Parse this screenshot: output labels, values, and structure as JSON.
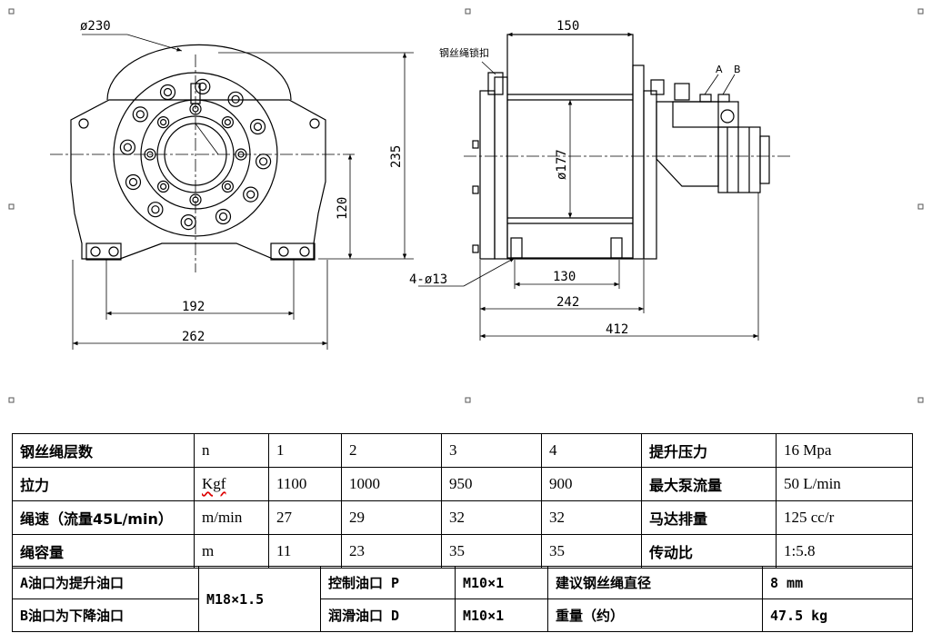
{
  "drawing": {
    "front_view": {
      "dim_diameter": "ø230",
      "dim_height": "235",
      "dim_center_height": "120",
      "dim_hole_span": "192",
      "dim_width": "262"
    },
    "side_view": {
      "label_rope_clamp": "钢丝绳锁扣",
      "dim_drum_width": "150",
      "dim_drum_diameter": "ø177",
      "dim_mount_holes": "4-ø13",
      "dim_base_span": "130",
      "dim_frame_width": "242",
      "dim_total_length": "412",
      "port_a": "A",
      "port_b": "B"
    }
  },
  "spec_table": {
    "rows": [
      {
        "label": "钢丝绳层数",
        "unit": "n",
        "values": [
          "1",
          "2",
          "3",
          "4"
        ],
        "param": "提升压力",
        "param_value": "16 Mpa"
      },
      {
        "label": "拉力",
        "unit": "Kgf",
        "values": [
          "1100",
          "1000",
          "950",
          "900"
        ],
        "param": "最大泵流量",
        "param_value": "50 L/min"
      },
      {
        "label": "绳速（流量45L/min）",
        "unit": "m/min",
        "values": [
          "27",
          "29",
          "32",
          "32"
        ],
        "param": "马达排量",
        "param_value": "125 cc/r"
      },
      {
        "label": "绳容量",
        "unit": "m",
        "values": [
          "11",
          "23",
          "35",
          "35"
        ],
        "param": "传动比",
        "param_value": "1:5.8"
      }
    ]
  },
  "port_table": {
    "a_port": "A油口为提升油口",
    "b_port": "B油口为下降油口",
    "ab_thread": "M18×1.5",
    "control_port": "控制油口 P",
    "control_thread": "M10×1",
    "lube_port": "润滑油口 D",
    "lube_thread": "M10×1",
    "rope_dia_label": "建议钢丝绳直径",
    "rope_dia_value": "8 mm",
    "weight_label": "重量（约）",
    "weight_value": "47.5 kg"
  }
}
